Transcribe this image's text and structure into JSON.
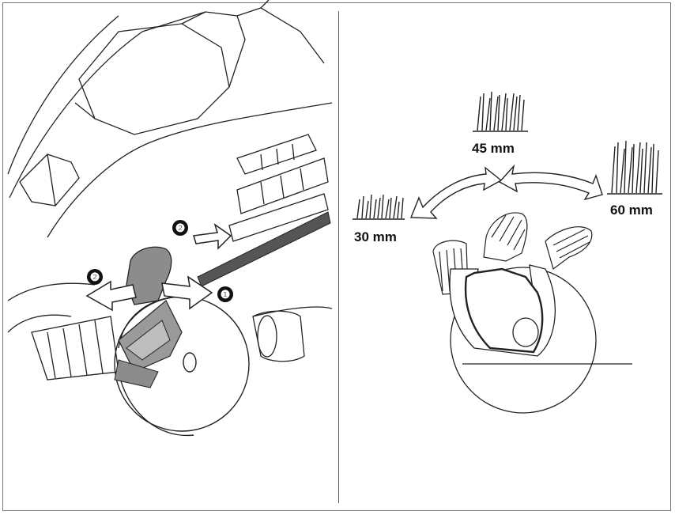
{
  "left_panel": {
    "steps": [
      {
        "label": "❷"
      },
      {
        "label": "❷"
      },
      {
        "label": "❶"
      }
    ]
  },
  "right_panel": {
    "heights": [
      {
        "label": "30 mm"
      },
      {
        "label": "45 mm"
      },
      {
        "label": "60 mm"
      }
    ]
  },
  "colors": {
    "line": "#222222",
    "lever": "#8c8c8c",
    "bracket": "#9a9a9a",
    "rod": "#555555"
  }
}
